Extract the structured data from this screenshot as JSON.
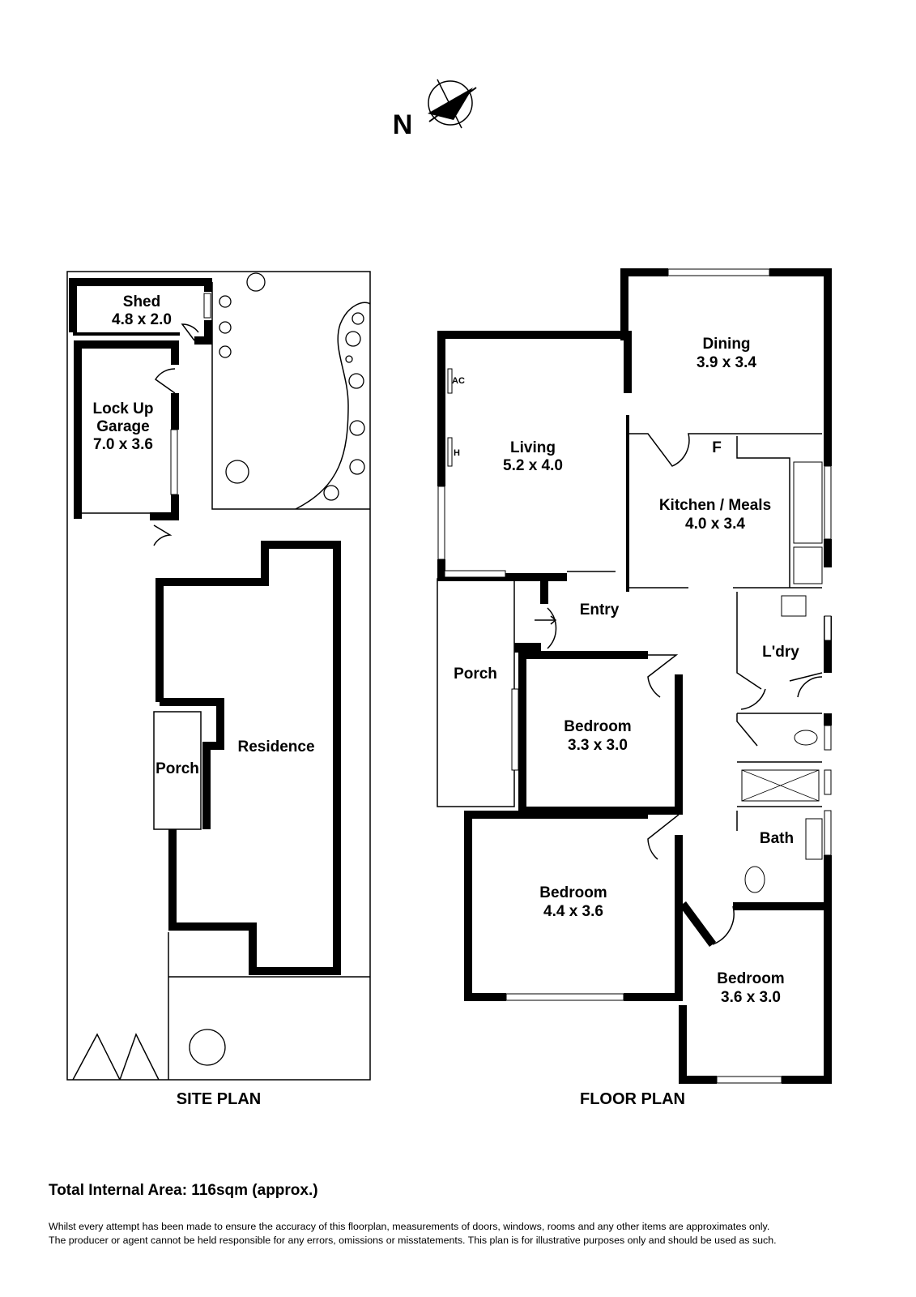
{
  "compass": {
    "label": "N"
  },
  "site_plan": {
    "title": "SITE PLAN",
    "shed": {
      "name": "Shed",
      "size": "4.8 x 2.0"
    },
    "garage": {
      "name_line1": "Lock Up",
      "name_line2": "Garage",
      "size": "7.0 x 3.6"
    },
    "porch": "Porch",
    "residence": "Residence"
  },
  "floor_plan": {
    "title": "FLOOR PLAN",
    "rooms": [
      {
        "name": "Dining",
        "size": "3.9 x 3.4"
      },
      {
        "name": "Living",
        "size": "5.2 x 4.0"
      },
      {
        "name": "Kitchen / Meals",
        "size": "4.0 x 3.4"
      },
      {
        "name": "Bedroom",
        "size": "3.3 x 3.0"
      },
      {
        "name": "Bedroom",
        "size": "4.4 x 3.6"
      },
      {
        "name": "Bedroom",
        "size": "3.6 x 3.0"
      }
    ],
    "entry": "Entry",
    "porch": "Porch",
    "laundry": "L'dry",
    "bath": "Bath",
    "fixtures": {
      "ac": "AC",
      "heater": "H",
      "fridge": "F"
    }
  },
  "footer": {
    "total_area": "Total Internal Area: 116sqm (approx.)",
    "disclaimer_line1": "Whilst every attempt has been made to ensure the accuracy of this floorplan, measurements of doors, windows, rooms and any other items are approximates only.",
    "disclaimer_line2": "The producer or agent cannot be held responsible for any errors, omissions or misstatements. This plan is for illustrative purposes only and should be used as such."
  }
}
